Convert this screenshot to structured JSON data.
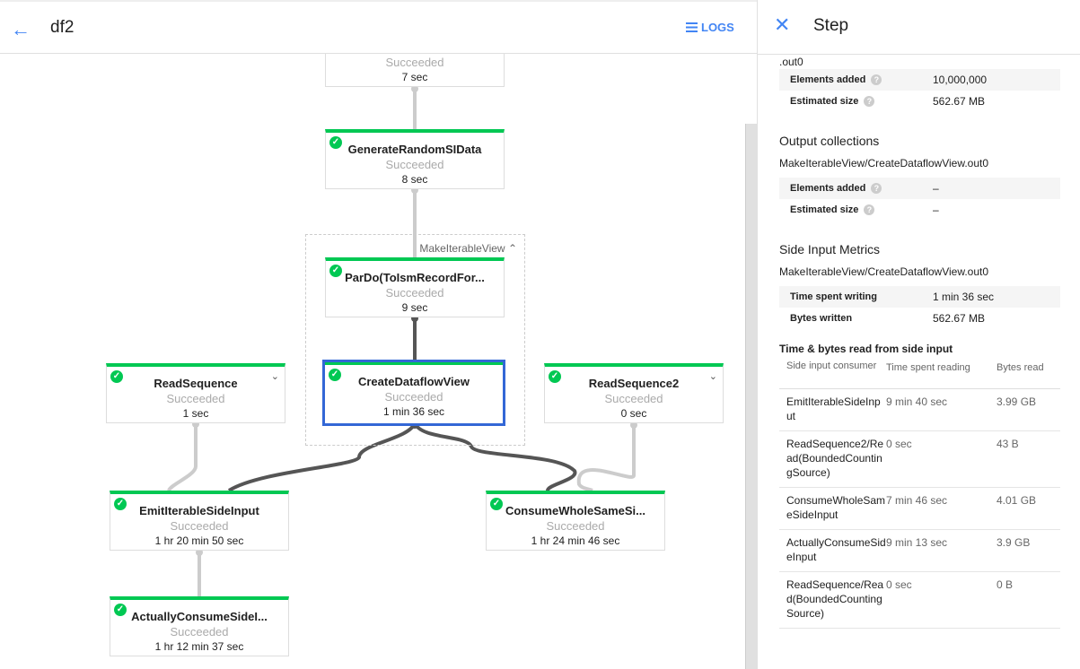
{
  "header": {
    "title": "df2",
    "logs_label": "LOGS"
  },
  "graph": {
    "group_label": "MakeIterableView",
    "nodes": [
      {
        "name": "",
        "status": "Succeeded",
        "time": "7 sec"
      },
      {
        "name": "GenerateRandomSIData",
        "status": "Succeeded",
        "time": "8 sec"
      },
      {
        "name": "ParDo(ToIsmRecordFor...",
        "status": "Succeeded",
        "time": "9 sec"
      },
      {
        "name": "CreateDataflowView",
        "status": "Succeeded",
        "time": "1 min 36 sec"
      },
      {
        "name": "ReadSequence",
        "status": "Succeeded",
        "time": "1 sec"
      },
      {
        "name": "ReadSequence2",
        "status": "Succeeded",
        "time": "0 sec"
      },
      {
        "name": "EmitIterableSideInput",
        "status": "Succeeded",
        "time": "1 hr 20 min 50 sec"
      },
      {
        "name": "ConsumeWholeSameSi...",
        "status": "Succeeded",
        "time": "1 hr 24 min 46 sec"
      },
      {
        "name": "ActuallyConsumeSideI...",
        "status": "Succeeded",
        "time": "1 hr 12 min 37 sec"
      }
    ]
  },
  "panel": {
    "title": "Step",
    "input_collection_tail": ".out0",
    "input_rows": [
      {
        "k": "Elements added",
        "v": "10,000,000"
      },
      {
        "k": "Estimated size",
        "v": "562.67 MB"
      }
    ],
    "output_heading": "Output collections",
    "output_name": "MakeIterableView/CreateDataflowView.out0",
    "output_rows": [
      {
        "k": "Elements added",
        "v": "–"
      },
      {
        "k": "Estimated size",
        "v": "–"
      }
    ],
    "side_heading": "Side Input Metrics",
    "side_name": "MakeIterableView/CreateDataflowView.out0",
    "side_rows": [
      {
        "k": "Time spent writing",
        "v": "1 min 36 sec"
      },
      {
        "k": "Bytes written",
        "v": "562.67 MB"
      }
    ],
    "read_heading": "Time & bytes read from side input",
    "table": {
      "headers": [
        "Side input consumer",
        "Time spent reading",
        "Bytes read"
      ],
      "rows": [
        [
          "EmitIterableSideInput",
          "9 min 40 sec",
          "3.99 GB"
        ],
        [
          "ReadSequence2/Read(BoundedCountingSource)",
          "0 sec",
          "43 B"
        ],
        [
          "ConsumeWholeSameSideInput",
          "7 min 46 sec",
          "4.01 GB"
        ],
        [
          "ActuallyConsumeSideInput",
          "9 min 13 sec",
          "3.9 GB"
        ],
        [
          "ReadSequence/Read(BoundedCountingSource)",
          "0 sec",
          "0 B"
        ]
      ]
    }
  },
  "colors": {
    "accent": "#4285f4",
    "success": "#00c853",
    "selected": "#3367d6"
  }
}
